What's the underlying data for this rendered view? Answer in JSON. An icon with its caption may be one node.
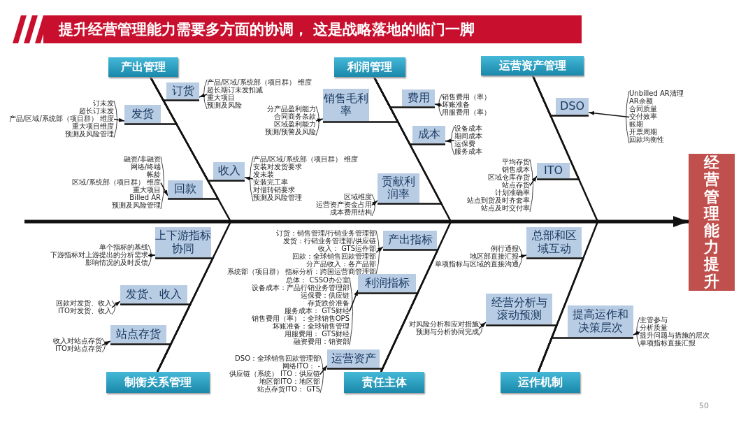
{
  "diagram": {
    "title": "提升经营管理能力需要多方面的协调， 这是战略落地的临门一脚",
    "nodes": [
      {
        "text": [
          "产出管理"
        ]
      },
      {
        "text": [
          "订货"
        ]
      },
      {
        "text": [
          "产品/区域/系统部（项目群） 维度",
          "超长期订未发扣减",
          "重大项目",
          "预测及风险"
        ]
      },
      {
        "text": [
          "发货"
        ]
      },
      {
        "text": [
          "订未发",
          "超长订未发",
          "产品/区域/系统部（项目群） 维度",
          "重大项目维度",
          "预测及风险管理"
        ]
      },
      {
        "text": [
          "收入"
        ]
      },
      {
        "text": [
          "产品/区域/系统部（项目群） 维度",
          "安装对发货要求",
          "发未装",
          "安装完工率",
          "对借转销要求",
          "预测及风险管理"
        ]
      },
      {
        "text": [
          "回款"
        ]
      },
      {
        "text": [
          "融资/非融资",
          "网络/终端",
          "帐龄",
          "区域/系统部（项目群） 维度",
          "重大项目",
          "Billed AR",
          "预测及风险管理"
        ]
      },
      {
        "text": [
          "利润管理"
        ]
      },
      {
        "text": [
          "销售毛利率"
        ]
      },
      {
        "text": [
          "分产品盈利能力",
          "合同商务条款",
          "区域盈利能力",
          "预测/预警及风险"
        ]
      },
      {
        "text": [
          "费用"
        ]
      },
      {
        "text": [
          "销售费用（率）",
          "坏账准备",
          "用服费用（率）"
        ]
      },
      {
        "text": [
          "成本"
        ]
      },
      {
        "text": [
          "设备成本",
          "期间成本",
          "运保费",
          "服务成本"
        ]
      },
      {
        "text": [
          "贡献利润率"
        ]
      },
      {
        "text": [
          "区域维度",
          "运营资产资金占用",
          "成本费用结构"
        ]
      },
      {
        "text": [
          "运营资产管理"
        ]
      },
      {
        "text": [
          "DSO"
        ]
      },
      {
        "text": [
          "Unbilled AR清理",
          "AR余额",
          "合同质量",
          "交付效率",
          "账期",
          "开票周期",
          "回款均衡性"
        ]
      },
      {
        "text": [
          "ITO"
        ]
      },
      {
        "text": [
          "平均存货",
          "销售成本",
          "区域仓库存货",
          "站点存货",
          "计划准确率",
          "站点到货及时齐套率",
          "站点及时交付率"
        ]
      },
      {
        "text": [
          "制衡关系管理"
        ]
      },
      {
        "text": [
          "上下游指标协同"
        ]
      },
      {
        "text": [
          "单个指标的基线",
          "下游指标对上游提出的分析需求",
          "影响情况的及时反馈"
        ]
      },
      {
        "text": [
          "发货、收入"
        ]
      },
      {
        "text": [
          "回款对发货、收入",
          "ITO对发货、收入"
        ]
      },
      {
        "text": [
          "站点存货"
        ]
      },
      {
        "text": [
          "收入对站点存货",
          "ITO对站点存货"
        ]
      },
      {
        "text": [
          "责任主体"
        ]
      },
      {
        "text": [
          "产出指标"
        ]
      },
      {
        "text": [
          "订货：销售管理/行销业务管理部",
          "发货：行销业务管理部/供应链",
          "收入： GTS运作部",
          "回款：全球销售回款管理部",
          "分产品收入：各产品部",
          "系统部（项目群） 指标分析：跨国运营商管理部"
        ]
      },
      {
        "text": [
          "利润指标"
        ]
      },
      {
        "text": [
          "总体： CSSO办公室",
          "设备成本：产品行销业务管理部",
          "运保费：供应链",
          "存货跌价准备",
          "服务成本： GTS财经",
          "销售费用（率）：全球销售OPS",
          "坏账准备：全球销售管理",
          "用服费用： GTS财经",
          "融资费用：销资部"
        ]
      },
      {
        "text": [
          "运营资产"
        ]
      },
      {
        "text": [
          "DSO：全球销售回款管理部",
          "网络ITO： -",
          "供应链（系统） ITO：供应链",
          "地区部ITO：地区部",
          "站点存货ITO： GTS"
        ]
      },
      {
        "text": [
          "运作机制"
        ]
      },
      {
        "text": [
          "总部和区域互动"
        ]
      },
      {
        "text": [
          "例行通报",
          "地区部直接汇报",
          "单项指标与区域的直接沟通"
        ]
      },
      {
        "text": [
          "经营分析与滚动预测"
        ]
      },
      {
        "text": [
          "对风险分析和应对措施",
          "预测与分析协同完成"
        ]
      },
      {
        "text": [
          "提高运作和决策层次"
        ]
      },
      {
        "text": [
          "主管参与",
          "分析质量",
          "提升问题与措施的层次",
          "单项指标直接汇报"
        ]
      },
      {
        "text": [
          "经营管理能力提升"
        ]
      }
    ],
    "edges": [
      {
        "from": null,
        "to": 44,
        "arrow": "to",
        "style": "thick"
      },
      {
        "from": 0,
        "to": 44,
        "arrow": "to"
      },
      {
        "from": 9,
        "to": 44,
        "arrow": "to"
      },
      {
        "from": 18,
        "to": 44,
        "arrow": "to"
      },
      {
        "from": 23,
        "to": 44,
        "arrow": "to"
      },
      {
        "from": 30,
        "to": 44,
        "arrow": "to"
      },
      {
        "from": 37,
        "to": 44,
        "arrow": "to"
      },
      {
        "from": 2,
        "to": 1,
        "arrow": "to"
      },
      {
        "from": 4,
        "to": 3,
        "arrow": "to"
      },
      {
        "from": 6,
        "to": 5,
        "arrow": "to"
      },
      {
        "from": 8,
        "to": 7,
        "arrow": "to"
      },
      {
        "from": 11,
        "to": 10,
        "arrow": "to"
      },
      {
        "from": 13,
        "to": 12,
        "arrow": "to"
      },
      {
        "from": 15,
        "to": 14,
        "arrow": "to"
      },
      {
        "from": 17,
        "to": 16,
        "arrow": "to"
      },
      {
        "from": 20,
        "to": 19,
        "arrow": "to"
      },
      {
        "from": 22,
        "to": 21,
        "arrow": "to"
      },
      {
        "from": 25,
        "to": 24,
        "arrow": "to"
      },
      {
        "from": 27,
        "to": 26,
        "arrow": "to"
      },
      {
        "from": 29,
        "to": 28,
        "arrow": "to"
      },
      {
        "from": 32,
        "to": 31,
        "arrow": "to"
      },
      {
        "from": 34,
        "to": 33,
        "arrow": "to"
      },
      {
        "from": 36,
        "to": 35,
        "arrow": "to"
      },
      {
        "from": 39,
        "to": 38,
        "arrow": "to"
      },
      {
        "from": 41,
        "to": 40,
        "arrow": "to"
      },
      {
        "from": 43,
        "to": 42,
        "arrow": "to"
      },
      {
        "from": 1,
        "to": 0,
        "arrow": "none"
      },
      {
        "from": 3,
        "to": 0,
        "arrow": "none"
      },
      {
        "from": 5,
        "to": 0,
        "arrow": "none"
      },
      {
        "from": 7,
        "to": 0,
        "arrow": "none"
      },
      {
        "from": 10,
        "to": 9,
        "arrow": "none"
      },
      {
        "from": 12,
        "to": 9,
        "arrow": "none"
      },
      {
        "from": 14,
        "to": 9,
        "arrow": "none"
      },
      {
        "from": 16,
        "to": 9,
        "arrow": "none"
      },
      {
        "from": 19,
        "to": 18,
        "arrow": "none"
      },
      {
        "from": 21,
        "to": 18,
        "arrow": "none"
      },
      {
        "from": 24,
        "to": 23,
        "arrow": "none"
      },
      {
        "from": 26,
        "to": 23,
        "arrow": "none"
      },
      {
        "from": 28,
        "to": 23,
        "arrow": "none"
      },
      {
        "from": 31,
        "to": 30,
        "arrow": "none"
      },
      {
        "from": 33,
        "to": 30,
        "arrow": "none"
      },
      {
        "from": 35,
        "to": 30,
        "arrow": "none"
      },
      {
        "from": 38,
        "to": 37,
        "arrow": "none"
      },
      {
        "from": 40,
        "to": 37,
        "arrow": "none"
      },
      {
        "from": 42,
        "to": 37,
        "arrow": "none"
      }
    ],
    "labels": [
      "50"
    ]
  }
}
